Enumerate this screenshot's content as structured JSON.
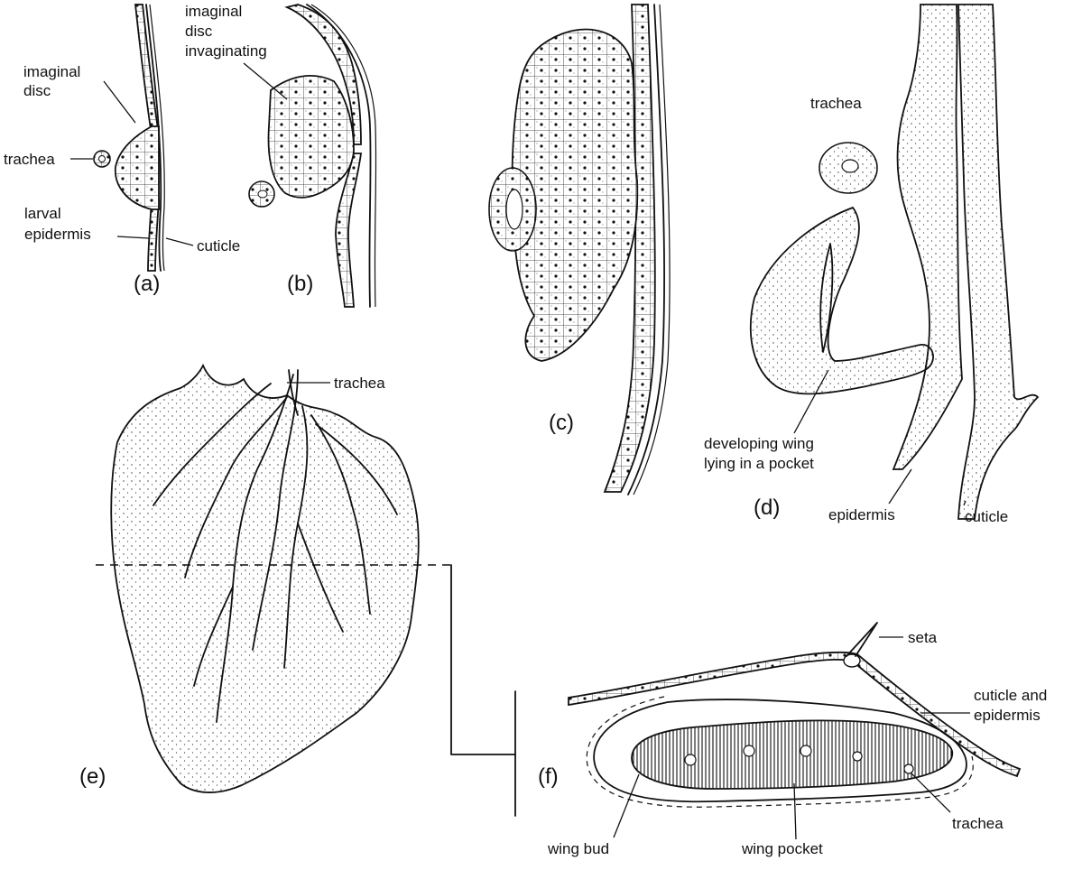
{
  "labels": {
    "a_imaginal_disc_1": "imaginal",
    "a_imaginal_disc_2": "disc",
    "a_trachea": "trachea",
    "a_larval_epidermis_1": "larval",
    "a_larval_epidermis_2": "epidermis",
    "a_cuticle": "cuticle",
    "b_invag_1": "imaginal",
    "b_invag_2": "disc",
    "b_invag_3": "invaginating",
    "d_trachea": "trachea",
    "d_wing_1": "developing wing",
    "d_wing_2": "lying in a pocket",
    "d_epidermis": "epidermis",
    "d_cuticle": "cuticle",
    "e_trachea": "trachea",
    "f_seta": "seta",
    "f_cuticle_1": "cuticle and",
    "f_cuticle_2": "epidermis",
    "f_trachea": "trachea",
    "f_wing_bud": "wing bud",
    "f_wing_pocket": "wing pocket"
  },
  "panels": {
    "a": "(a)",
    "b": "(b)",
    "c": "(c)",
    "d": "(d)",
    "e": "(e)",
    "f": "(f)"
  }
}
